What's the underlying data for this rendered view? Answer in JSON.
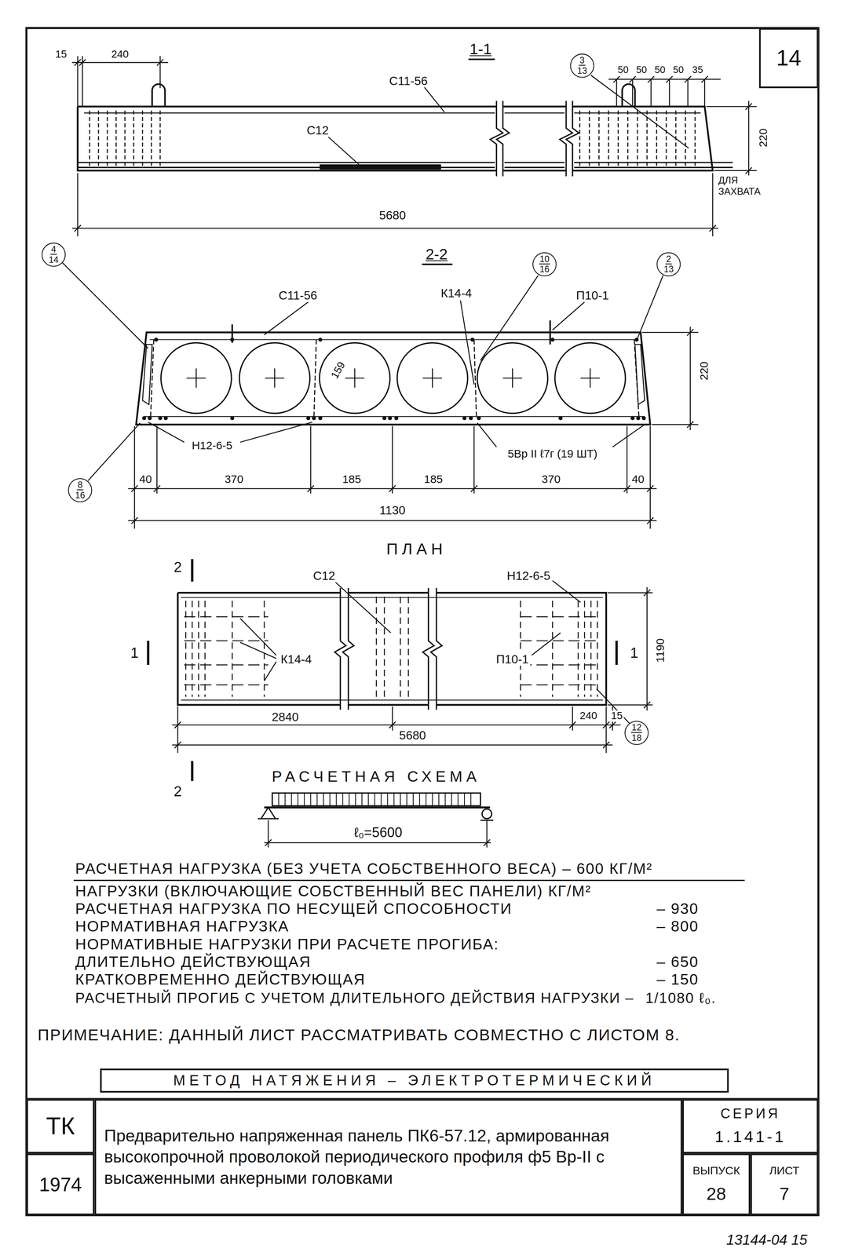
{
  "diagram": {
    "nodes": [
      {
        "text": [
          "14"
        ]
      },
      {
        "text": [
          "3",
          "13"
        ]
      },
      {
        "text": [
          "10",
          "16"
        ]
      },
      {
        "text": [
          "2",
          "13"
        ]
      },
      {
        "text": [
          "4",
          "14"
        ]
      },
      {
        "text": [
          "8",
          "16"
        ]
      },
      {
        "text": [
          "12",
          "18"
        ]
      },
      {
        "text": [
          "МЕТОД НАТЯЖЕНИЯ – ЭЛЕКТРОТЕРМИЧЕСКИЙ"
        ]
      },
      {
        "text": [
          "ТК"
        ]
      },
      {
        "text": [
          "Предварительно напряженная панель ПК6-57.12, армированная высокопрочной проволокой периодического профиля ф5 Вр-II с высаженными анкерными головками"
        ]
      },
      {
        "text": [
          "СЕРИЯ",
          "1.141-1"
        ]
      },
      {
        "text": [
          "1974"
        ]
      },
      {
        "text": [
          "ВЫПУСК",
          "28"
        ]
      },
      {
        "text": [
          "ЛИСТ",
          "7"
        ]
      }
    ],
    "labels": [
      "1-1",
      "15",
      "240",
      "С11-56",
      "С12",
      "50",
      "50",
      "50",
      "50",
      "35",
      "220",
      "ДЛЯ ЗАХВАТА",
      "5680",
      "2-2",
      "С11-56",
      "К14-4",
      "П10-1",
      "159",
      "220",
      "Н12-6-5",
      "5Вр II ℓ7г (19 ШТ)",
      "40",
      "370",
      "185",
      "185",
      "370",
      "40",
      "1130",
      "ПЛАН",
      "С12",
      "Н12-6-5",
      "К14-4",
      "П10-1",
      "1190",
      "2840",
      "5680",
      "240",
      "15",
      "2",
      "2",
      "1",
      "1",
      "РАСЧЕТНАЯ СХЕМА",
      "ℓ₀=5600",
      "РАСЧЕТНАЯ НАГРУЗКА (БЕЗ УЧЕТА СОБСТВЕННОГО ВЕСА) – 600 КГ/М²",
      "НАГРУЗКИ (ВКЛЮЧАЮЩИЕ СОБСТВЕННЫЙ ВЕС ПАНЕЛИ) КГ/М²",
      "РАСЧЕТНАЯ НАГРУЗКА ПО НЕСУЩЕЙ СПОСОБНОСТИ",
      "– 930",
      "НОРМАТИВНАЯ НАГРУЗКА",
      "– 800",
      "НОРМАТИВНЫЕ НАГРУЗКИ ПРИ РАСЧЕТЕ ПРОГИБА:",
      "ДЛИТЕЛЬНО ДЕЙСТВУЮЩАЯ",
      "– 650",
      "КРАТКОВРЕМЕННО ДЕЙСТВУЮЩАЯ",
      "– 150",
      "РАСЧЕТНЫЙ ПРОГИБ С УЧЕТОМ ДЛИТЕЛЬНОГО ДЕЙСТВИЯ НАГРУЗКИ –",
      "1/1080 ℓ₀.",
      "ПРИМЕЧАНИЕ: ДАННЫЙ ЛИСТ РАССМАТРИВАТЬ СОВМЕСТНО С ЛИСТОМ 8.",
      "13144-04 15"
    ]
  }
}
